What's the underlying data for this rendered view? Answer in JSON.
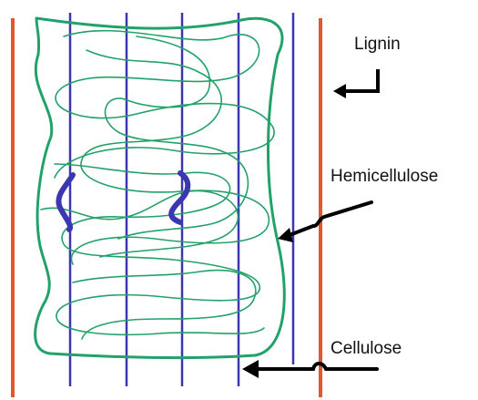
{
  "labels": {
    "lignin": "Lignin",
    "hemicellulose": "Hemicellulose",
    "cellulose": "Cellulose"
  },
  "colors": {
    "cellulose": "#e2572b",
    "hemicellulose": "#3b37b0",
    "lignin": "#23a16a",
    "arrow": "#000000"
  }
}
